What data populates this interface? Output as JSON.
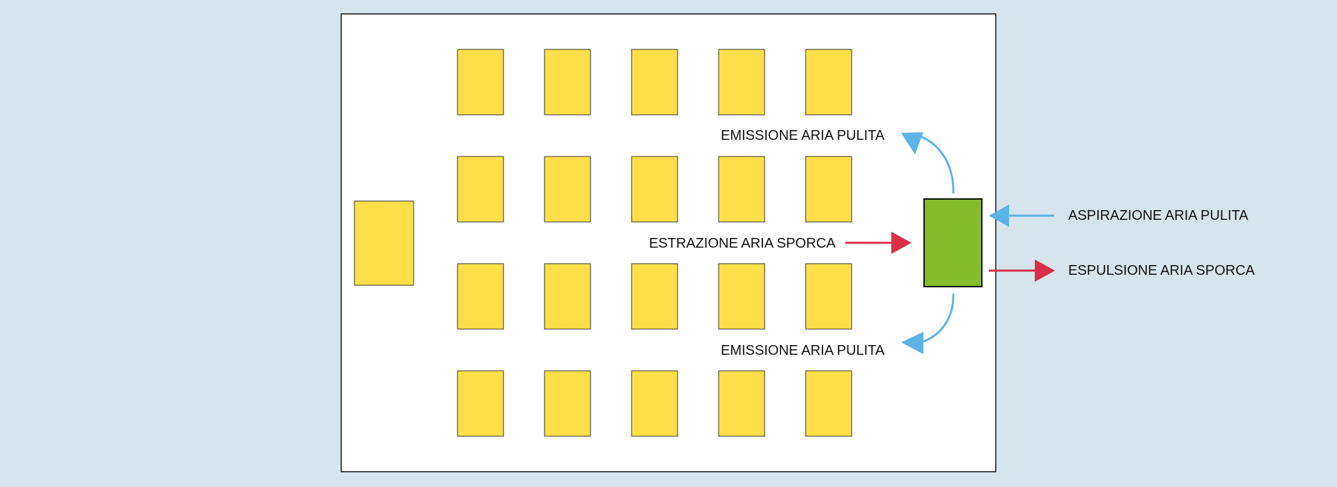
{
  "colors": {
    "background": "#d6e4ec",
    "room_fill": "#ffffff",
    "desk_fill": "#ffe04a",
    "unit_fill": "#86bc2a",
    "clean_air": "#5cb3e6",
    "dirty_air": "#d93048",
    "stroke": "#111111"
  },
  "labels": {
    "emission_top": "EMISSIONE ARIA PULITA",
    "emission_bottom": "EMISSIONE ARIA PULITA",
    "extraction": "ESTRAZIONE ARIA SPORCA",
    "intake": "ASPIRAZIONE ARIA PULITA",
    "expulsion": "ESPULSIONE ARIA SPORCA"
  },
  "layout": {
    "desk_rows": 4,
    "desk_columns": 5
  }
}
